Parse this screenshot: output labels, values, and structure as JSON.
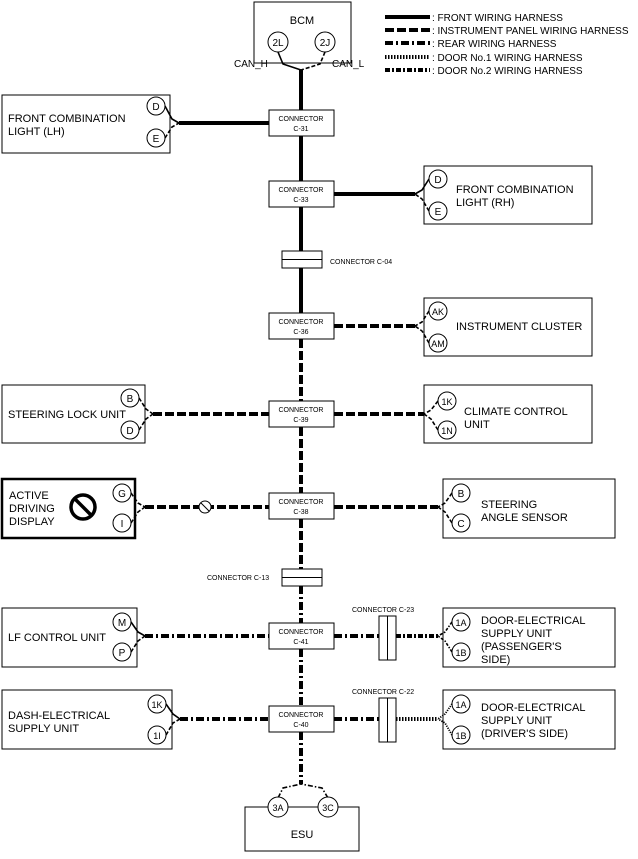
{
  "legend": [
    {
      "style": "front",
      "label": ": FRONT WIRING HARNESS"
    },
    {
      "style": "ip",
      "label": ": INSTRUMENT PANEL WIRING HARNESS"
    },
    {
      "style": "rear",
      "label": ": REAR WIRING HARNESS"
    },
    {
      "style": "d1",
      "label": ": DOOR No.1 WIRING HARNESS"
    },
    {
      "style": "d2",
      "label": ": DOOR No.2 WIRING HARNESS"
    }
  ],
  "bcm": {
    "title": "BCM",
    "pin_h": "2L",
    "pin_l": "2J",
    "can_h": "CAN_H",
    "can_l": "CAN_L"
  },
  "esu": {
    "title": "ESU",
    "pin_a": "3A",
    "pin_c": "3C"
  },
  "connectors": {
    "c31": {
      "line1": "CONNECTOR",
      "line2": "C-31"
    },
    "c33": {
      "line1": "CONNECTOR",
      "line2": "C-33"
    },
    "c36": {
      "line1": "CONNECTOR",
      "line2": "C-36"
    },
    "c39": {
      "line1": "CONNECTOR",
      "line2": "C-39"
    },
    "c38": {
      "line1": "CONNECTOR",
      "line2": "C-38"
    },
    "c41": {
      "line1": "CONNECTOR",
      "line2": "C-41"
    },
    "c40": {
      "line1": "CONNECTOR",
      "line2": "C-40"
    }
  },
  "inline_connectors": {
    "c04": "CONNECTOR C-04",
    "c13": "CONNECTOR C-13",
    "c23": "CONNECTOR C-23",
    "c22": "CONNECTOR C-22"
  },
  "units": {
    "fcl_lh": {
      "line1": "FRONT COMBINATION",
      "line2": "LIGHT (LH)",
      "pin1": "D",
      "pin2": "E"
    },
    "fcl_rh": {
      "line1": "FRONT COMBINATION",
      "line2": "LIGHT (RH)",
      "pin1": "D",
      "pin2": "E"
    },
    "cluster": {
      "line1": "INSTRUMENT CLUSTER",
      "pin1": "AK",
      "pin2": "AM"
    },
    "steering_lock": {
      "line1": "STEERING LOCK UNIT",
      "pin1": "B",
      "pin2": "D"
    },
    "climate": {
      "line1": "CLIMATE CONTROL",
      "line2": "UNIT",
      "pin1": "1K",
      "pin2": "1N"
    },
    "add": {
      "line1": "ACTIVE",
      "line2": "DRIVING",
      "line3": "DISPLAY",
      "pin1": "G",
      "pin2": "I"
    },
    "steering_angle": {
      "line1": "STEERING",
      "line2": "ANGLE SENSOR",
      "pin1": "B",
      "pin2": "C"
    },
    "lf_control": {
      "line1": "LF CONTROL UNIT",
      "pin1": "M",
      "pin2": "P"
    },
    "door_pass": {
      "line1": "DOOR-ELECTRICAL",
      "line2": "SUPPLY UNIT",
      "line3": "(PASSENGER'S",
      "line4": "SIDE)",
      "pin1": "1A",
      "pin2": "1B"
    },
    "dash": {
      "line1": "DASH-ELECTRICAL",
      "line2": "SUPPLY UNIT",
      "pin1": "1K",
      "pin2": "1I"
    },
    "door_drv": {
      "line1": "DOOR-ELECTRICAL",
      "line2": "SUPPLY UNIT",
      "line3": "(DRIVER'S SIDE)",
      "pin1": "1A",
      "pin2": "1B"
    }
  }
}
